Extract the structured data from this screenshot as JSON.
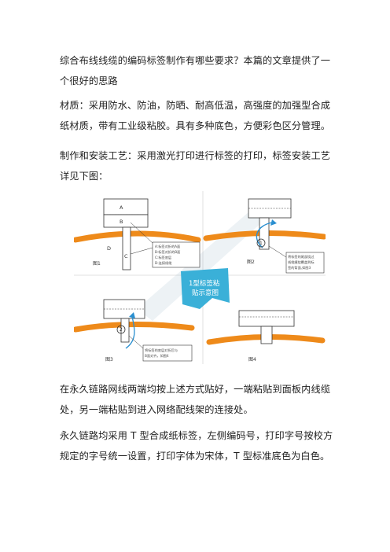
{
  "paragraphs": [
    "综合布线线缆的编码标签制作有哪些要求？本篇的文章提供了一个很好的思路",
    "材质：采用防水、防油，防晒、耐高低温，高强度的加强型合成纸材质，带有工业级粘胶。具有多种底色，方便彩色区分管理。",
    "制作和安装工艺：采用激光打印进行标签的打印，标签安装工艺详见下图：",
    "在永久链路网线两端均按上述方式贴好，一端粘贴到面板内线缆处，另一端粘贴到进入网络配线架的连接处。",
    "永久链路均采用 T 型合成纸标签，左侧编码号，打印字号按校方规定的字号统一设置，打印字体为宋体，T 型标准底色为白色。"
  ],
  "figure": {
    "panel1": {
      "caption": "图1",
      "letters": [
        "A",
        "B",
        "D",
        "C"
      ],
      "notes": [
        "A:标签对折的A面",
        "B:标签对折的B面",
        "C:标签底层",
        "D:连接线缆"
      ]
    },
    "panel2": {
      "caption": "图2",
      "marker": "1",
      "notes": [
        "将标签的尾部绕过",
        "线缆缠绕覆盖到标",
        "签的背面,如图3"
      ]
    },
    "panel3": {
      "caption": "图3",
      "marker": "2",
      "notes": [
        "将标签的底层对折后与",
        "B面对齐，如图4"
      ]
    },
    "panel4": {
      "caption": "图4"
    },
    "badge_line1": "1型标签粘",
    "badge_line2": "贴示意图",
    "colors": {
      "cable": "#ee8a1a",
      "badge": "#3ab0d8",
      "arrow": "#2a8fd0"
    }
  }
}
